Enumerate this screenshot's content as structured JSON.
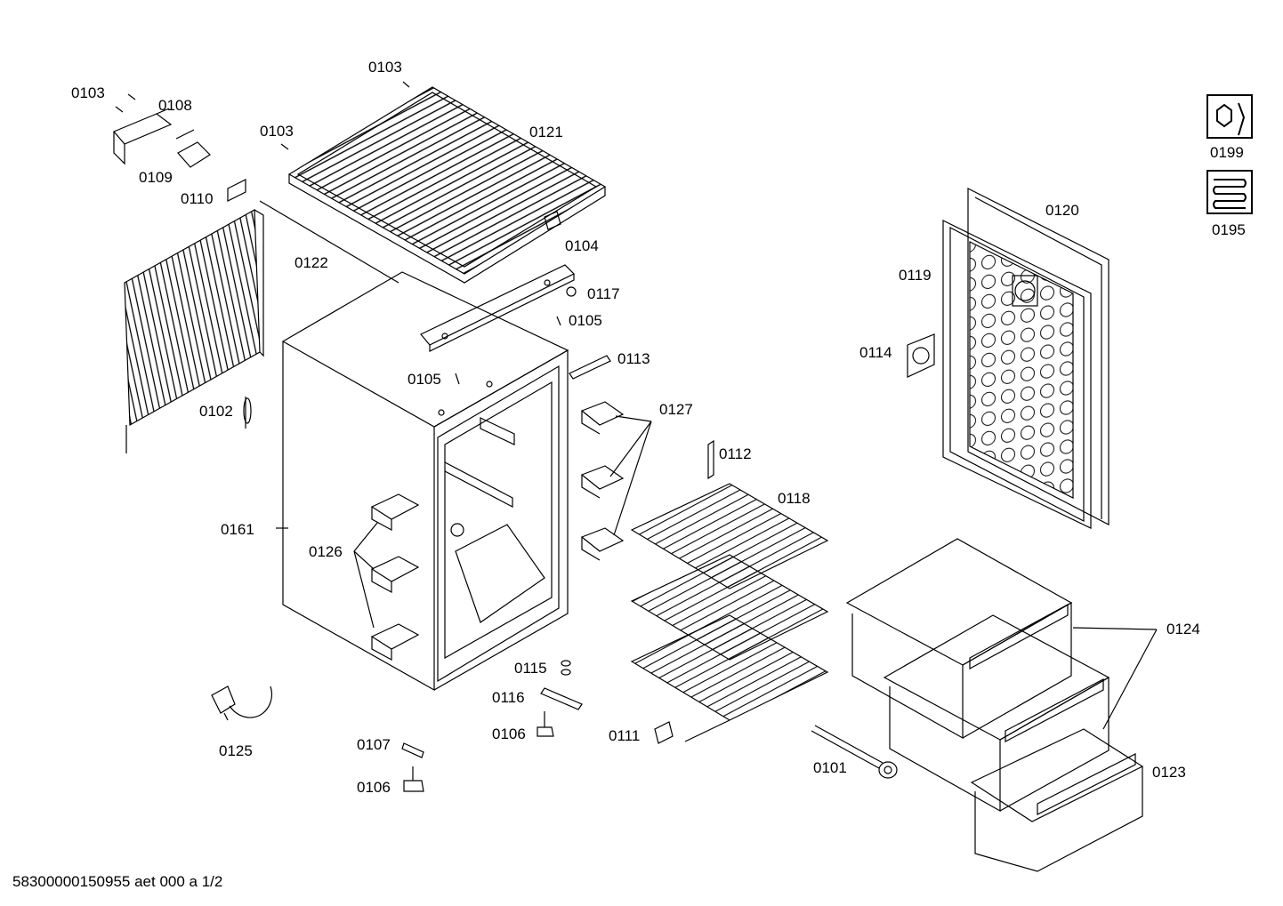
{
  "labels": {
    "p0103a": "0103",
    "p0103b": "0103",
    "p0103c": "0103",
    "p0108": "0108",
    "p0109": "0109",
    "p0110": "0110",
    "p0121": "0121",
    "p0122": "0122",
    "p0104": "0104",
    "p0117": "0117",
    "p0105a": "0105",
    "p0105b": "0105",
    "p0113": "0113",
    "p0102": "0102",
    "p0127": "0127",
    "p0112": "0112",
    "p0118": "0118",
    "p0161": "0161",
    "p0126": "0126",
    "p0115": "0115",
    "p0116": "0116",
    "p0106a": "0106",
    "p0106b": "0106",
    "p0107": "0107",
    "p0111": "0111",
    "p0101": "0101",
    "p0125": "0125",
    "p0120": "0120",
    "p0119": "0119",
    "p0114": "0114",
    "p0124": "0124",
    "p0123": "0123",
    "p0199": "0199",
    "p0195": "0195"
  },
  "footer": "58300000150955 aet 000 a 1/2",
  "icons": [
    "service-wrench-icon",
    "heating-coil-icon"
  ],
  "colors": {
    "line": "#000000",
    "background": "#ffffff",
    "fill": "#f2f2f2"
  }
}
